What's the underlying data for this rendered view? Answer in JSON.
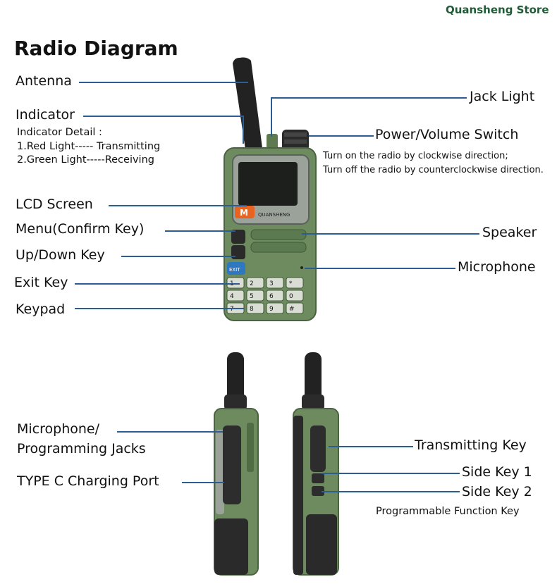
{
  "store_name": "Quansheng Store",
  "title": "Radio Diagram",
  "front_labels": {
    "antenna": "Antenna",
    "indicator": "Indicator",
    "indicator_detail_title": "Indicator Detail :",
    "indicator_detail_1": "1.Red Light----- Transmitting",
    "indicator_detail_2": "2.Green Light-----Receiving",
    "lcd_screen": "LCD Screen",
    "menu_key": "Menu(Confirm Key)",
    "updown_key": "Up/Down Key",
    "exit_key": "Exit Key",
    "keypad": "Keypad",
    "jack_light": "Jack Light",
    "power_volume": "Power/Volume Switch",
    "power_note_1": "Turn on the radio by clockwise direction;",
    "power_note_2": "Turn off the radio by counterclockwise direction.",
    "speaker": "Speaker",
    "microphone": "Microphone"
  },
  "radio_face": {
    "brand_text": "QUANSHENG",
    "m_key": "M",
    "exit_key": "EXIT",
    "keys": [
      "1",
      "2",
      "3",
      "*",
      "4",
      "5",
      "6",
      "0",
      "7",
      "8",
      "9",
      "#"
    ]
  },
  "side_labels": {
    "mic_jack_1": "Microphone/",
    "mic_jack_2": "Programming Jacks",
    "type_c": "TYPE C Charging Port",
    "transmitting_key": "Transmitting Key",
    "side_key_1": "Side Key 1",
    "side_key_2": "Side Key 2",
    "programmable": "Programmable Function Key"
  },
  "colors": {
    "body_green": "#6d8b5e",
    "dark_green": "#3f5a36",
    "leader_line": "#2c5d92",
    "store_green": "#1f5c37"
  }
}
